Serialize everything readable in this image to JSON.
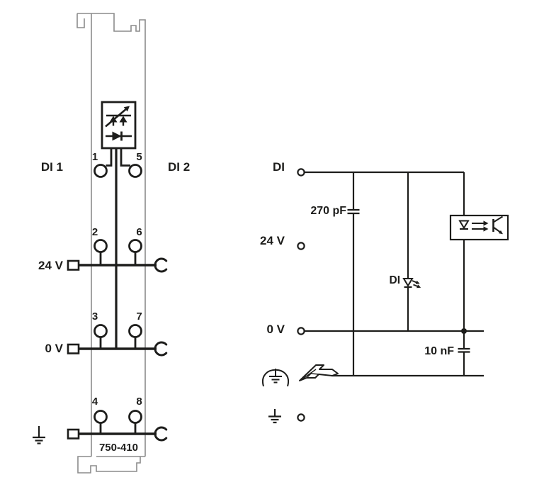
{
  "colors": {
    "ink": "#1d1d1b",
    "module_outline_gray": "#8c8c8c",
    "background": "#ffffff"
  },
  "module": {
    "part_number": "750-410",
    "left_channel_label": "DI 1",
    "right_channel_label": "DI 2",
    "rail_24v_label": "24 V",
    "rail_0v_label": "0 V",
    "terminal_numbers": [
      "1",
      "2",
      "3",
      "4",
      "5",
      "6",
      "7",
      "8"
    ],
    "icons": [
      "status-leds-icon",
      "diode-icon",
      "cage-clamp-icon",
      "wire-entry-icon",
      "earth-ground-icon"
    ]
  },
  "schematic": {
    "di_terminal_label": "DI",
    "v24_terminal_label": "24 V",
    "v0_terminal_label": "0 V",
    "status_led_label": "DI",
    "input_capacitor_label": "270 pF",
    "output_capacitor_label": "10 nF",
    "icons": [
      "optocoupler-icon",
      "led-icon",
      "phototransistor-icon",
      "functional-earth-icon",
      "din-rail-icon",
      "earth-ground-icon",
      "junction-dot"
    ]
  }
}
